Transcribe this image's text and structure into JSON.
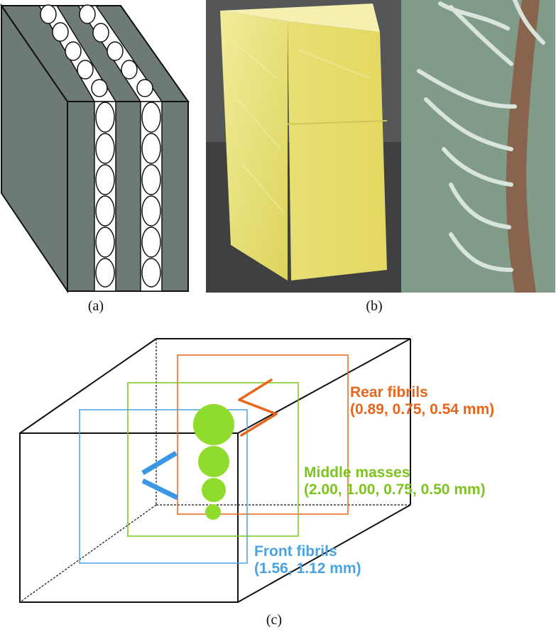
{
  "captions": {
    "a": "(a)",
    "b": "(b)",
    "c": "(c)"
  },
  "panel_c": {
    "rear": {
      "name": "Rear fibrils",
      "dims": "(0.89, 0.75, 0.54 mm)",
      "color": "#e8651a"
    },
    "middle": {
      "name": "Middle masses",
      "dims": "(2.00, 1.00, 0.75, 0.50 mm)",
      "color": "#7dc41f"
    },
    "front": {
      "name": "Front fibrils",
      "dims": "(1.56, 1.12 mm)",
      "color": "#4aa3e0"
    }
  },
  "colors": {
    "slab_gray": "#6e7a78",
    "tissue_yellow": "#e9e27a",
    "fibril_bg": "#7f9a86",
    "mass_green": "#8fdc2c",
    "front_blue": "#3a97e6",
    "rear_orange": "#e8651a"
  }
}
